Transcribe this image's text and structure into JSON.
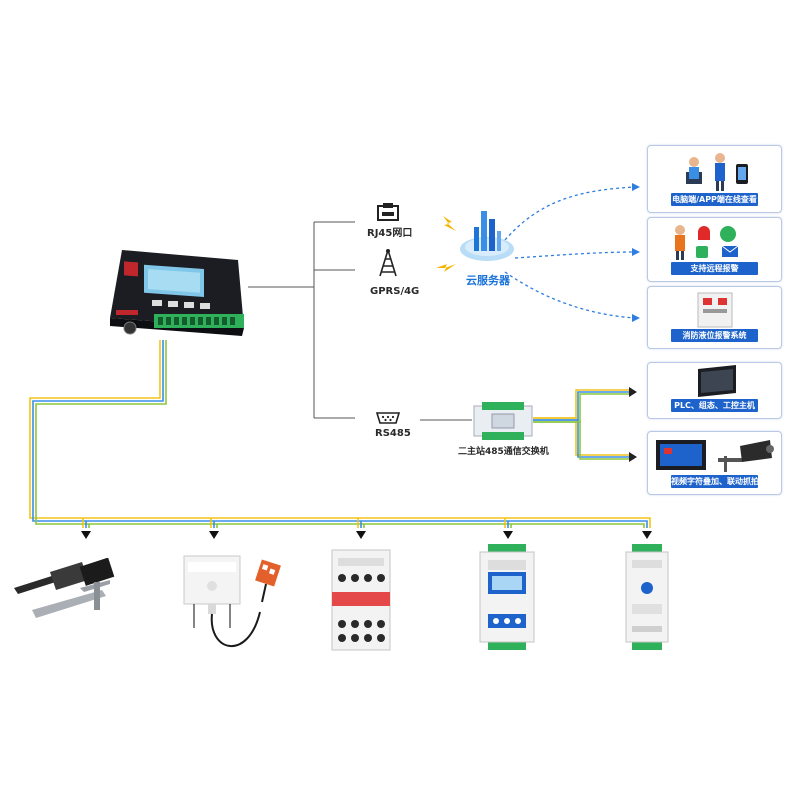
{
  "network": {
    "rj45": "RJ45网口",
    "gprs": "GPRS/4G",
    "rs485": "RS485",
    "cloud": "云服务器",
    "switch": "二主站485通信交换机"
  },
  "cards": [
    {
      "caption": "电脑端/APP端在线查看"
    },
    {
      "caption": "支持远程报警"
    },
    {
      "caption": "消防液位报警系统"
    },
    {
      "caption": "PLC、组态、工控主机"
    },
    {
      "caption": "视频字符叠加、联动抓拍"
    }
  ],
  "colors": {
    "accent": "#1e63cc",
    "cloud": "#3a8ee6",
    "bus_yellow": "#f2c41a",
    "bus_blue": "#3a8ee6",
    "bus_green": "#8cc63f",
    "terminal_green": "#2fb05a",
    "lightning": "#f5b400"
  }
}
